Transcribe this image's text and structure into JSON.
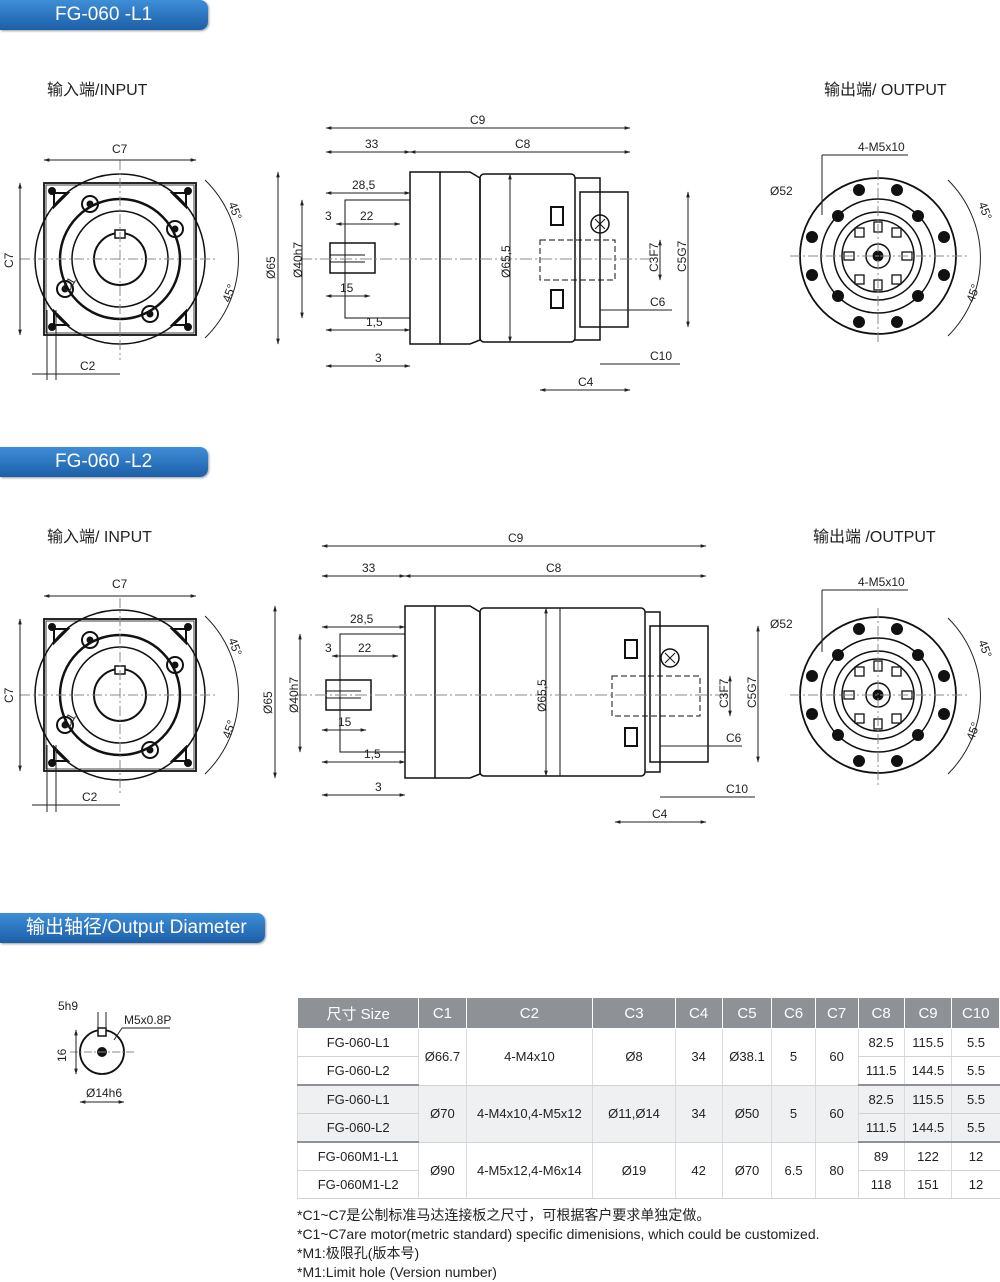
{
  "sections": {
    "l1_title": "FG-060 -L1",
    "l2_title": "FG-060 -L2",
    "output_title": "输出轴径/Output Diameter"
  },
  "labels": {
    "l1_input": "输入端/INPUT",
    "l1_output": "输出端/ OUTPUT",
    "l2_input": "输入端/ INPUT",
    "l2_output": "输出端 /OUTPUT"
  },
  "dims": {
    "c7": "C7",
    "c1": "C1",
    "c2": "C2",
    "deg45": "45°",
    "c9": "C9",
    "d33": "33",
    "c8": "C8",
    "d285": "28,5",
    "d3": "3",
    "d22": "22",
    "d65": "Ø65",
    "d40": "Ø40h7",
    "d15": "15",
    "d15b": "1,5",
    "d655": "Ø65,5",
    "c3": "C3F7",
    "c5": "C5G7",
    "c6": "C6",
    "c10": "C10",
    "c4": "C4",
    "m5": "4-M5x10",
    "d52": "Ø52",
    "shaft_5": "5h9",
    "shaft_16": "16",
    "shaft_m5": "M5x0.8P",
    "shaft_14": "Ø14h6"
  },
  "table": {
    "headers": [
      "尺寸 Size",
      "C1",
      "C2",
      "C3",
      "C4",
      "C5",
      "C6",
      "C7",
      "C8",
      "C9",
      "C10"
    ],
    "groups": [
      {
        "rows": [
          [
            "FG-060-L1",
            "82.5",
            "115.5",
            "5.5"
          ],
          [
            "FG-060-L2",
            "111.5",
            "144.5",
            "5.5"
          ]
        ],
        "c1": "Ø66.7",
        "c2": "4-M4x10",
        "c3": "Ø8",
        "c4": "34",
        "c5": "Ø38.1",
        "c6": "5",
        "c7": "60"
      },
      {
        "rows": [
          [
            "FG-060-L1",
            "82.5",
            "115.5",
            "5.5"
          ],
          [
            "FG-060-L2",
            "111.5",
            "144.5",
            "5.5"
          ]
        ],
        "c1": "Ø70",
        "c2": "4-M4x10,4-M5x12",
        "c3": "Ø11,Ø14",
        "c4": "34",
        "c5": "Ø50",
        "c6": "5",
        "c7": "60"
      },
      {
        "rows": [
          [
            "FG-060M1-L1",
            "89",
            "122",
            "12"
          ],
          [
            "FG-060M1-L2",
            "118",
            "151",
            "12"
          ]
        ],
        "c1": "Ø90",
        "c2": "4-M5x12,4-M6x14",
        "c3": "Ø19",
        "c4": "42",
        "c5": "Ø70",
        "c6": "6.5",
        "c7": "80"
      }
    ]
  },
  "notes": [
    "*C1~C7是公制标准马达连接板之尺寸，可根据客户要求单独定做。",
    "*C1~C7are motor(metric standard) specific dimenisions, which could be customized.",
    "*M1:极限孔(版本号)",
    "*M1:Limit hole (Version number)"
  ]
}
